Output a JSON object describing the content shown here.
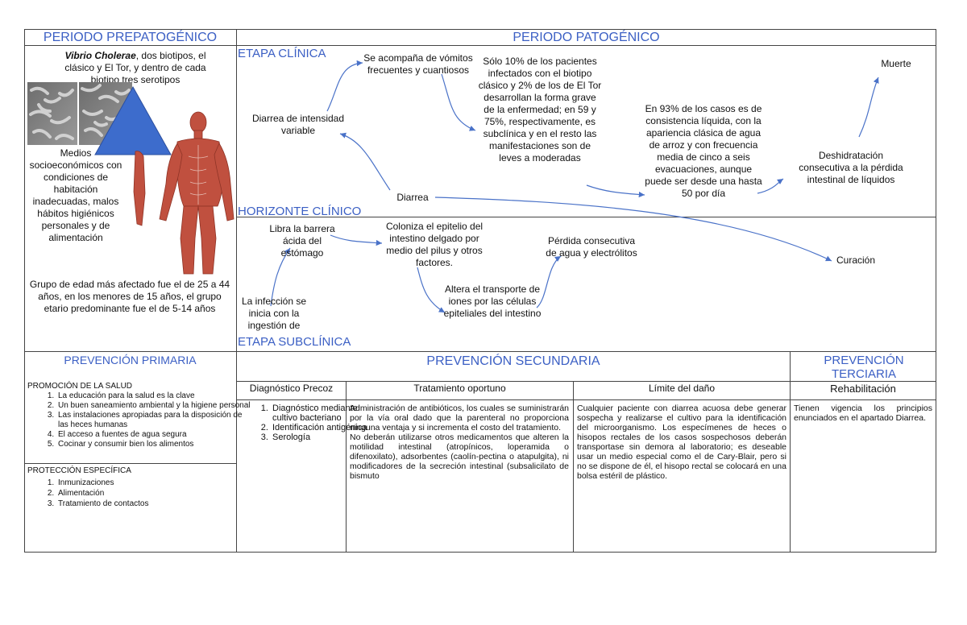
{
  "header": {
    "prepatogenico": "PERIODO PREPATOGÉNICO",
    "patogenico": "PERIODO PATOGÉNICO"
  },
  "pre": {
    "triad_agent_bold": "Vibrio Cholerae",
    "triad_agent_rest": ", dos biotipos, el clásico y El Tor, y dentro de cada biotipo tres serotipos",
    "environment": "Medios socioeconómicos con condiciones de habitación inadecuadas, malos hábitos higiénicos personales y de alimentación",
    "host_group": "Grupo de edad más afectado fue el de 25 a 44 años, en los menores de 15 años, el grupo etario predominante fue el de 5-14 años"
  },
  "pat": {
    "etapa_clinica": "ETAPA CLÍNICA",
    "horizonte_clinico": "HORIZONTE CLÍNICO",
    "etapa_subclinica": "ETAPA SUBCLÍNICA",
    "diarrea_intensidad": "Diarrea de intensidad variable",
    "vomitos": "Se acompaña de vómitos frecuentes y cuantiosos",
    "porcentaje": "Sólo 10% de los pacientes infectados con el biotipo clásico y 2% de los de El Tor desarrollan la forma grave de la enfermedad; en 59 y 75%, respectivamente, es subclínica y en el resto las manifestaciones son de leves a moderadas",
    "consistencia": "En 93% de los casos es de consistencia líquida, con la apariencia clásica de agua de arroz y con frecuencia media de cinco a seis evacuaciones, aunque puede ser desde una hasta 50 por día",
    "deshidratacion": "Deshidratación consecutiva a la pérdida intestinal de líquidos",
    "muerte": "Muerte",
    "diarrea": "Diarrea",
    "curacion": "Curación",
    "barrera": "Libra la barrera ácida del estómago",
    "coloniza": "Coloniza el epitelio del intestino delgado por medio del pilus y otros factores.",
    "perdida": "Pérdida consecutiva de agua y electrólitos",
    "transporte": "Altera el transporte de iones por las células epiteliales del intestino",
    "infeccion": "La infección se inicia con la ingestión de agua o alimentos"
  },
  "prev": {
    "primaria": "PREVENCIÓN PRIMARIA",
    "secundaria": "PREVENCIÓN SECUNDARIA",
    "terciaria": "PREVENCIÓN TERCIARIA",
    "promocion_title": "PROMOCIÓN DE LA SALUD",
    "promocion_items": [
      "La educación para la salud es la clave",
      "Un buen saneamiento ambiental y la higiene personal",
      "Las instalaciones apropiadas para la disposición de las heces humanas",
      "El acceso a fuentes de agua segura",
      "Cocinar y consumir bien los alimentos"
    ],
    "proteccion_title": "PROTECCIÓN ESPECÍFICA",
    "proteccion_items": [
      "Inmunizaciones",
      "Alimentación",
      "Tratamiento de contactos"
    ],
    "diag_title": "Diagnóstico Precoz",
    "diag_items": [
      "Diagnóstico mediante cultivo bacteriano",
      "Identificación antigénica",
      "Serología"
    ],
    "trat_title": "Tratamiento oportuno",
    "trat_p1": "Administración de antibióticos, los cuales se suministrarán por la vía oral dado que la parenteral no proporciona ninguna ventaja y si incrementa el costo del tratamiento.",
    "trat_p2": "No deberán utilizarse otros medicamentos que alteren la motilidad intestinal (atropínicos, loperamida o difenoxilato), adsorbentes (caolín-pectina o atapulgita), ni modificadores de la secreción intestinal (subsalicilato de bismuto",
    "limite_title": "Límite del daño",
    "limite_text": "Cualquier paciente con diarrea acuosa debe generar sospecha y realizarse el cultivo para la identificación del microorganismo. Los especímenes de heces o hisopos rectales de los casos sospechosos deberán transportase sin demora al laboratorio; es deseable usar un medio especial como el de Cary-Blair, pero si no se dispone de él, el hisopo rectal se colocará en una bolsa estéril de plástico.",
    "rehab_title": "Rehabilitación",
    "rehab_text": "Tienen vigencia los principios enunciados en el apartado Diarrea."
  },
  "colors": {
    "accent": "#3b5fc4",
    "triangle": "#3d6ccc",
    "arrow": "#4a72c8",
    "muscle": "#c0503f"
  }
}
